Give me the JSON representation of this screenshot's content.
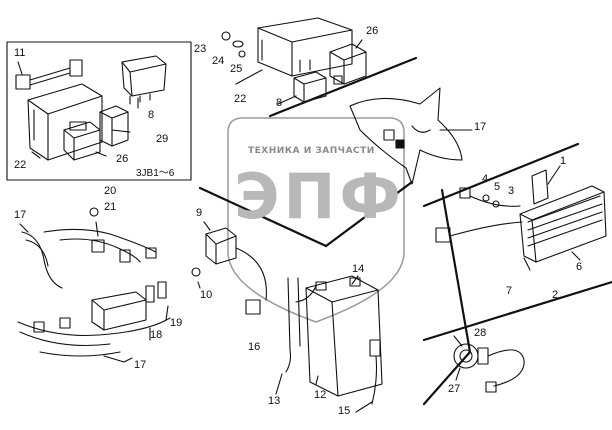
{
  "diagram": {
    "colors": {
      "line": "#111111",
      "watermark": "#9a9a9a"
    },
    "inset_note": "3JB1～6",
    "watermark": {
      "text": "ТЕХНИКА И ЗАПЧАСТИ",
      "logo": "ЭПФ"
    },
    "callouts": [
      "1",
      "2",
      "3",
      "4",
      "5",
      "6",
      "7",
      "8",
      "8",
      "9",
      "10",
      "11",
      "12",
      "13",
      "14",
      "15",
      "16",
      "17",
      "17",
      "17",
      "18",
      "19",
      "20",
      "21",
      "22",
      "22",
      "23",
      "24",
      "25",
      "26",
      "26",
      "27",
      "28",
      "29"
    ]
  }
}
